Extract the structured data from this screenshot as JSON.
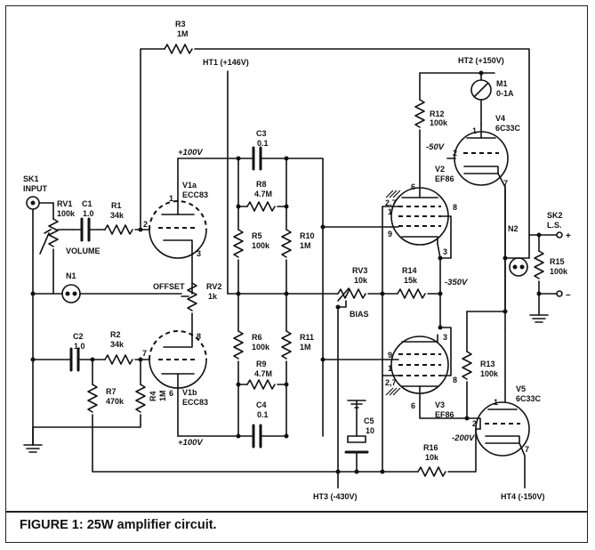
{
  "caption": "FIGURE 1: 25W amplifier circuit.",
  "resistors": {
    "r1": [
      "R1",
      "34k"
    ],
    "r2": [
      "R2",
      "34k"
    ],
    "r3": [
      "R3",
      "1M"
    ],
    "r4": [
      "R4",
      "1M"
    ],
    "r5": [
      "R5",
      "100k"
    ],
    "r6": [
      "R6",
      "100k"
    ],
    "r7": [
      "R7",
      "470k"
    ],
    "r8": [
      "R8",
      "4.7M"
    ],
    "r9": [
      "R9",
      "4.7M"
    ],
    "r10": [
      "R10",
      "1M"
    ],
    "r11": [
      "R11",
      "1M"
    ],
    "r12": [
      "R12",
      "100k"
    ],
    "r13": [
      "R13",
      "100k"
    ],
    "r14": [
      "R14",
      "15k"
    ],
    "r15": [
      "R15",
      "100k"
    ],
    "r16": [
      "R16",
      "10k"
    ]
  },
  "pots": {
    "rv1": [
      "RV1",
      "100k",
      "VOLUME"
    ],
    "rv2": [
      "RV2",
      "1k",
      "OFFSET"
    ],
    "rv3": [
      "RV3",
      "10k",
      "BIAS"
    ]
  },
  "capacitors": {
    "c1": [
      "C1",
      "1.0"
    ],
    "c2": [
      "C2",
      "1.0"
    ],
    "c3": [
      "C3",
      "0.1"
    ],
    "c4": [
      "C4",
      "0.1"
    ],
    "c5": [
      "C5",
      "10"
    ]
  },
  "valves": {
    "v1a": [
      "V1a",
      "ECC83"
    ],
    "v1b": [
      "V1b",
      "ECC83"
    ],
    "v2": [
      "V2",
      "EF86"
    ],
    "v3": [
      "V3",
      "EF86"
    ],
    "v4": [
      "V4",
      "6C33C"
    ],
    "v5": [
      "V5",
      "6C33C"
    ]
  },
  "neons": {
    "n1": "N1",
    "n2": "N2"
  },
  "meter": [
    "M1",
    "0-1A"
  ],
  "sockets": {
    "sk1": [
      "SK1",
      "INPUT"
    ],
    "sk2": [
      "SK2",
      "L.S."
    ]
  },
  "rails": {
    "ht1": "HT1 (+146V)",
    "ht2": "HT2 (+150V)",
    "ht3": "HT3 (-430V)",
    "ht4": "HT4 (-150V)"
  },
  "voltages": {
    "v_top": "+100V",
    "v_bot": "+100V",
    "v_50": "-50V",
    "v_350": "-350V",
    "v_200": "-200V"
  },
  "pins": {
    "v1a_1": "1",
    "v1a_2": "2",
    "v1a_3": "3",
    "v1b_6": "6",
    "v1b_7": "7",
    "v1b_8": "8",
    "v2_6": "6",
    "v2_1": "1",
    "v2_27": "2,7",
    "v2_8": "8",
    "v2_9": "9",
    "v2_3": "3",
    "v3_9": "9",
    "v3_1": "1",
    "v3_3": "3",
    "v3_27": "2,7",
    "v3_8": "8",
    "v3_6": "6",
    "v4_1": "1",
    "v4_2": "2",
    "v4_7": "7",
    "v5_1": "1",
    "v5_2": "2",
    "v5_7": "7"
  },
  "ls_terminals": {
    "plus": "+",
    "minus": "–"
  }
}
